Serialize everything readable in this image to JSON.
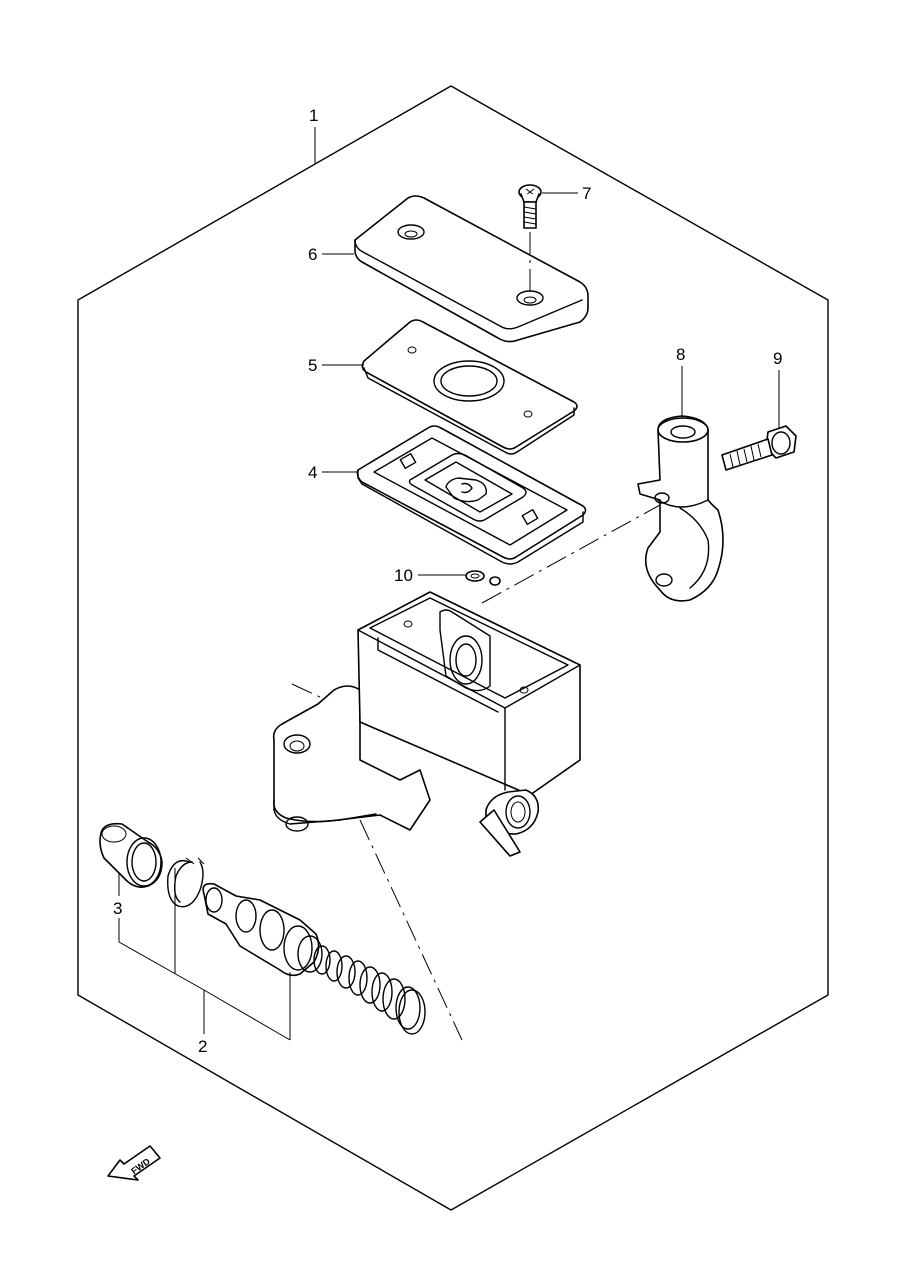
{
  "callouts": [
    {
      "id": "1",
      "label": "1"
    },
    {
      "id": "2",
      "label": "2"
    },
    {
      "id": "3",
      "label": "3"
    },
    {
      "id": "4",
      "label": "4"
    },
    {
      "id": "5",
      "label": "5"
    },
    {
      "id": "6",
      "label": "6"
    },
    {
      "id": "7",
      "label": "7"
    },
    {
      "id": "8",
      "label": "8"
    },
    {
      "id": "9",
      "label": "9"
    },
    {
      "id": "10",
      "label": "10"
    }
  ],
  "fwd_label": "FWD"
}
